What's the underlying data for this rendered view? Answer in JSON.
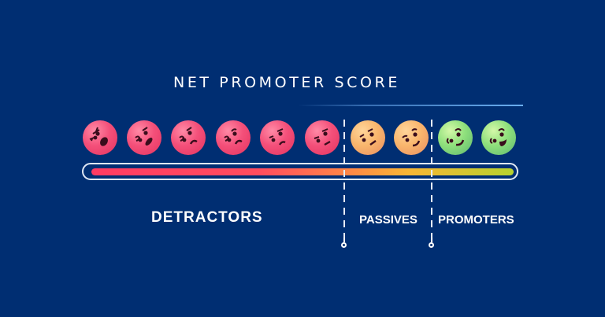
{
  "title": "NET PROMOTER SCORE",
  "colors": {
    "background": "#002e72",
    "detractor": "#f4507a",
    "passive": "#f9b66d",
    "promoter": "#8fe07c",
    "bar_gradient": [
      "#ff3b63",
      "#ff8a45",
      "#f8b634",
      "#b7d22e"
    ]
  },
  "faces": [
    {
      "score": 0,
      "group": "detractor",
      "mood": "furious"
    },
    {
      "score": 1,
      "group": "detractor",
      "mood": "very-angry"
    },
    {
      "score": 2,
      "group": "detractor",
      "mood": "angry"
    },
    {
      "score": 3,
      "group": "detractor",
      "mood": "angry"
    },
    {
      "score": 4,
      "group": "detractor",
      "mood": "annoyed"
    },
    {
      "score": 5,
      "group": "detractor",
      "mood": "annoyed"
    },
    {
      "score": 6,
      "group": "passive",
      "mood": "neutral"
    },
    {
      "score": 7,
      "group": "passive",
      "mood": "slight-smile"
    },
    {
      "score": 8,
      "group": "promoter",
      "mood": "happy"
    },
    {
      "score": 9,
      "group": "promoter",
      "mood": "very-happy"
    }
  ],
  "categories": {
    "detractors": "DETRACTORS",
    "passives": "PASSIVES",
    "promoters": "PROMOTERS"
  }
}
